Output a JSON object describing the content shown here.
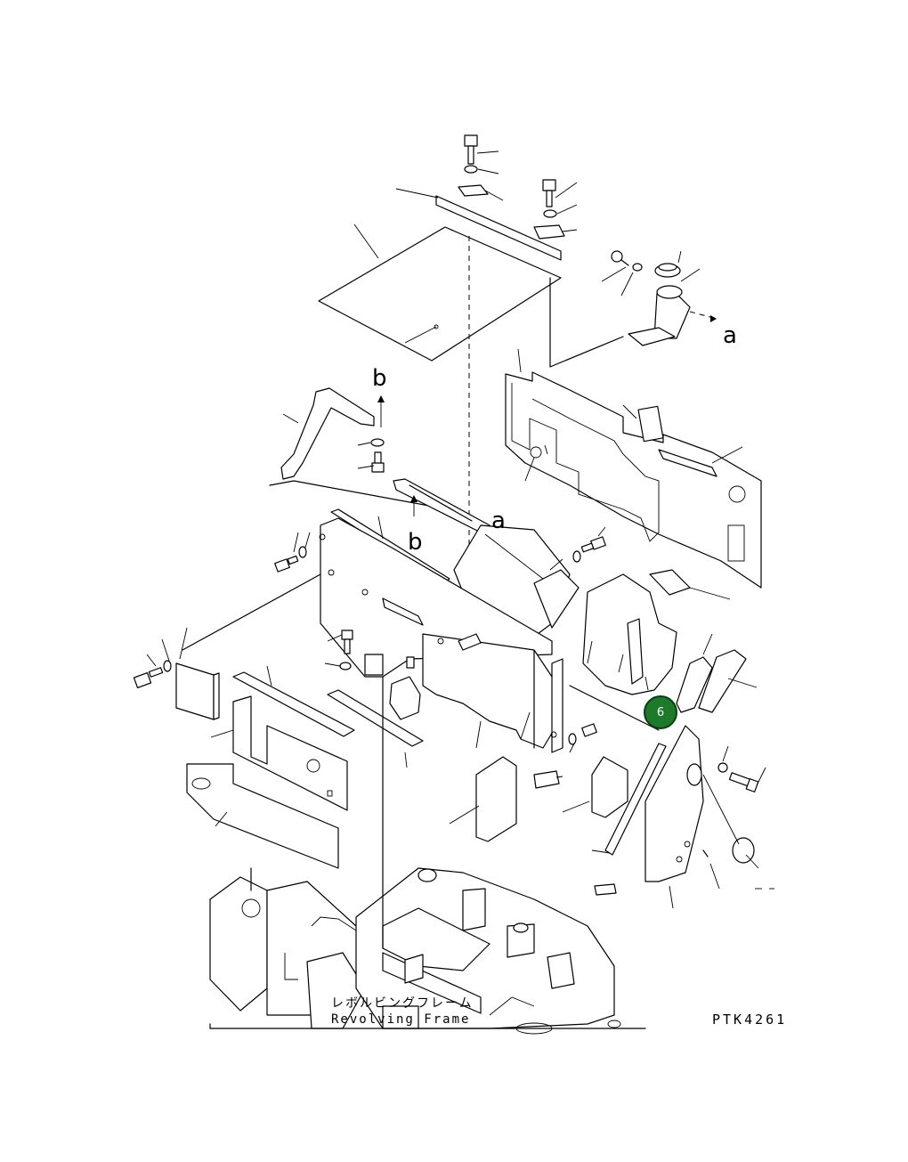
{
  "diagram": {
    "drawing_code": "PTK4261",
    "frame_label_jp": "レボルビングフレーム",
    "frame_label_en": "Revolving Frame",
    "view_markers": [
      "a",
      "b",
      "b",
      "a"
    ],
    "callout": {
      "number": "6",
      "color": "#1d7a2b"
    }
  }
}
